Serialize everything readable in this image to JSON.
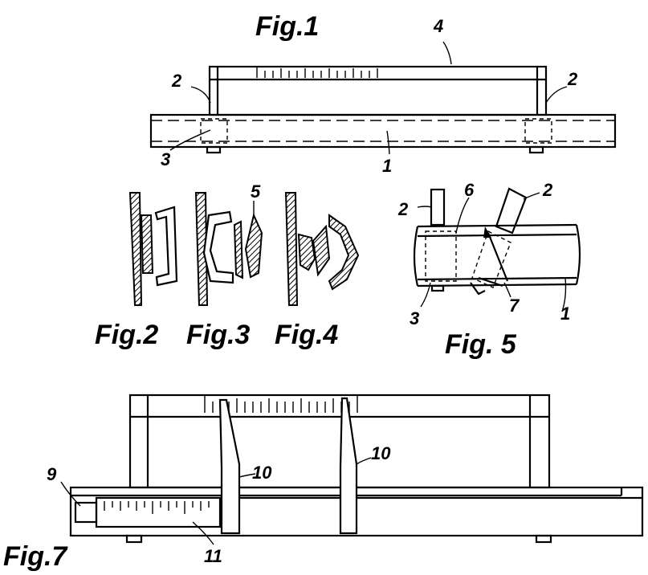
{
  "figures": {
    "fig1": "Fig.1",
    "fig2": "Fig.2",
    "fig3": "Fig.3",
    "fig4": "Fig.4",
    "fig5": "Fig. 5",
    "fig7": "Fig.7"
  },
  "refs": {
    "r1": "1",
    "r2": "2",
    "r3": "3",
    "r4": "4",
    "r5": "5",
    "r6": "6",
    "r7": "7",
    "r9": "9",
    "r10": "10",
    "r11": "11"
  }
}
